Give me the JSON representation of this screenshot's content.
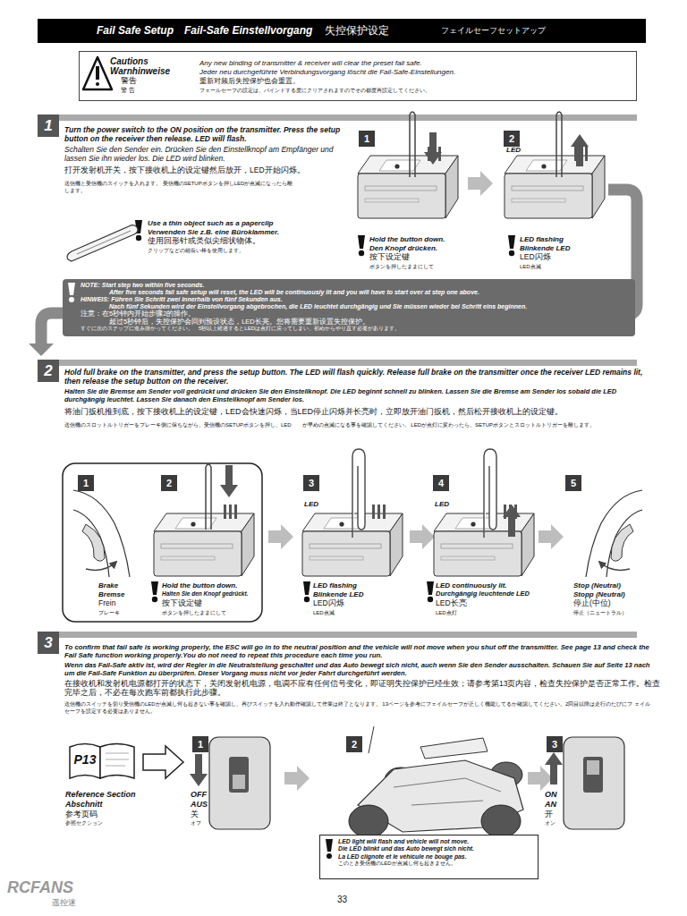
{
  "diagram": {
    "nodes": [
      {
        "text": [
          "Fail Safe Setup",
          "Fail-Safe Einstellvorgang",
          "失控保护设定",
          "フェイルセーフセットアップ"
        ]
      },
      {
        "text": [
          "Cautions",
          "Warnhinweise",
          "警告",
          "警 告",
          "Any new binding of transmitter & receiver will clear the preset fail safe.",
          "Jeder neu durchgeführte Verbindungsvorgang löscht die Fail-Safe-Einstellungen.",
          "重新对频后失控保护也会重置。",
          "フェールセーフの設定は、バインドする度にクリアされますのでその都度再設定してください。"
        ]
      },
      {
        "text": [
          "1"
        ]
      },
      {
        "text": [
          "1"
        ]
      },
      {
        "text": [
          "2"
        ]
      },
      {
        "text": [
          "NOTE: Start step two within five seconds.",
          "After five seconds fail safe setup will reset, the LED will be continuously lit and you will have to start over at step one above.",
          "HINWEIS: Führen Sie Schritt zwei innerhalb von fünf Sekunden aus.",
          "Nach fünf Sekunden wird der Einstellvorgang abgebrochen, die LED leuchtet durchgängig und Sie müssen wieder bei Schritt eins beginnen.",
          "注意：在5秒钟内开始步骤2的操作。",
          "超过5秒钟后，失控保护会回到预设状态，LED长亮。您将需要重新设置失控保护。",
          "すぐに次のステップに進み掛かってください。　5秒以上経過するとLEDは点灯に戻ってしまい、初めからやり直す必要があります。"
        ]
      },
      {
        "text": [
          "2"
        ]
      },
      {
        "text": [
          "1"
        ]
      },
      {
        "text": [
          "2"
        ]
      },
      {
        "text": [
          "3"
        ]
      },
      {
        "text": [
          "4"
        ]
      },
      {
        "text": [
          "5"
        ]
      },
      {
        "text": [
          "3"
        ]
      },
      {
        "text": [
          "P13"
        ]
      },
      {
        "text": [
          "1"
        ]
      },
      {
        "text": [
          "2"
        ]
      },
      {
        "text": [
          "3"
        ]
      },
      {
        "text": [
          "LED light will flash and vehicle will not move.",
          "Die LED blinkt und das Auto bewegt sich nicht.",
          "La LED clignote et le véhicule ne bouge pas.",
          "このとき受信機のLEDが点滅し何も起きません。"
        ]
      }
    ],
    "labels": [
      "Turn the power switch to the ON position on the transmitter. Press the setup button on the receiver then release. LED will flash.",
      "Schalten Sie den Sender ein. Drücken Sie den Einstellknopf am Empfänger und lassen Sie ihn wieder los. Die LED wird blinken.",
      "打开发射机开关，按下接收机上的设定键然后放开，LED开始闪烁。",
      "送信機と受信機のスイッチを入れます。 受信機のSETUPボタンを押しLEDが点滅になったら離します。",
      "LED",
      "Use a thin object such as a paperclip",
      "Verwenden Sie z.B. eine Büroklammer.",
      "使用回形针或类似尖细状物体。",
      "クリップなどの細長い棒を使用します。",
      "Hold the button down.",
      "Den Knopf drücken.",
      "按下设定键",
      "ボタンを押したままにして",
      "LED flashing",
      "Blinkende LED",
      "LED闪烁",
      "LED点滅",
      "Hold full brake on the transmitter, and press the setup button. The LED will flash quickly. Release full brake on the transmitter once the receiver LED remains lit, then release the setup button on the receiver.",
      "Halten Sie die Bremse am Sender voll gedrückt und drücken Sie den Einstellknopf. Die LED beginnt schnell zu blinken. Lassen Sie die Bremse am Sender los sobald die LED durchgängig leuchtet. Lassen Sie danach den Einstellknopf am Sender los.",
      "将油门扳机推到底，按下接收机上的设定键，LED会快速闪烁，当LED停止闪烁并长亮时，立即放开油门扳机，然后松开接收机上的设定键。",
      "送信機のスロットルトリガーをブレーキ側に保ちながら、受信機のSETUPボタンを押し、LED　　が早めの点滅になる事を確認してください。 LEDが点灯に変わったら、SETUPボタンとスロットルトリガーを離します。",
      "Brake",
      "Bremse",
      "Frein",
      "ブレーキ",
      "Hold the button down.",
      "Halten Sie den Knopf gedrückt.",
      "按下设定键",
      "ボタンを押したままにして",
      "LED",
      "LED flashing",
      "Blinkende LED",
      "LED闪烁",
      "LED点滅",
      "LED",
      "LED continuously lit.",
      "Durchgängig leuchtende LED",
      "LED长亮",
      "LED点灯",
      "Stop (Neutral)",
      "Stopp (Neutral)",
      "停止(中位)",
      "停止（ニュートラル）",
      "To confirm that fail safe is working properly, the ESC will go in to the neutral position and the vehicle will not move when you shut off the transmitter. See page 13 and check the Fail Safe function working properly.You do not need to repeat this procedure each time you run.",
      "Wenn das Fail-Safe aktiv ist, wird der Regler in die Neutralstellung geschaltet und das Auto bewegt sich nicht, auch wenn Sie den Sender ausschalten. Schauen Sie auf Seite 13 nach um die Fail-Safe Funktion zu überprüfen. Dieser Vorgang muss nicht vor jeder Fahrt durchgeführt werden.",
      "在接收机和发射机电源都打开的状态下，关闭发射机电源，电调不应有任何信号变化，即证明失控保护已经生效；请参考第13页内容，检查失控保护是否正常工作。检查完毕之后，不必在每次跑车前都执行此步骤。",
      "送信機のスイッチを切り受信機のLEDが点滅し何も起きない事を確認し、再びスイッチを入れ動作確認して作業は終了となります。 13ページを参考にフェイルセーフが正しく機能してるか確認してください。2回目以降は走行のたびにフ ェイルセーフを設定する必要はありません。",
      "Reference Section",
      "Abschnitt",
      "参考页码",
      "参照セクション",
      "OFF",
      "AUS",
      "关",
      "オフ",
      "ON",
      "AN",
      "开",
      "オン",
      "33",
      "RCFANS",
      "遥控迷"
    ]
  }
}
